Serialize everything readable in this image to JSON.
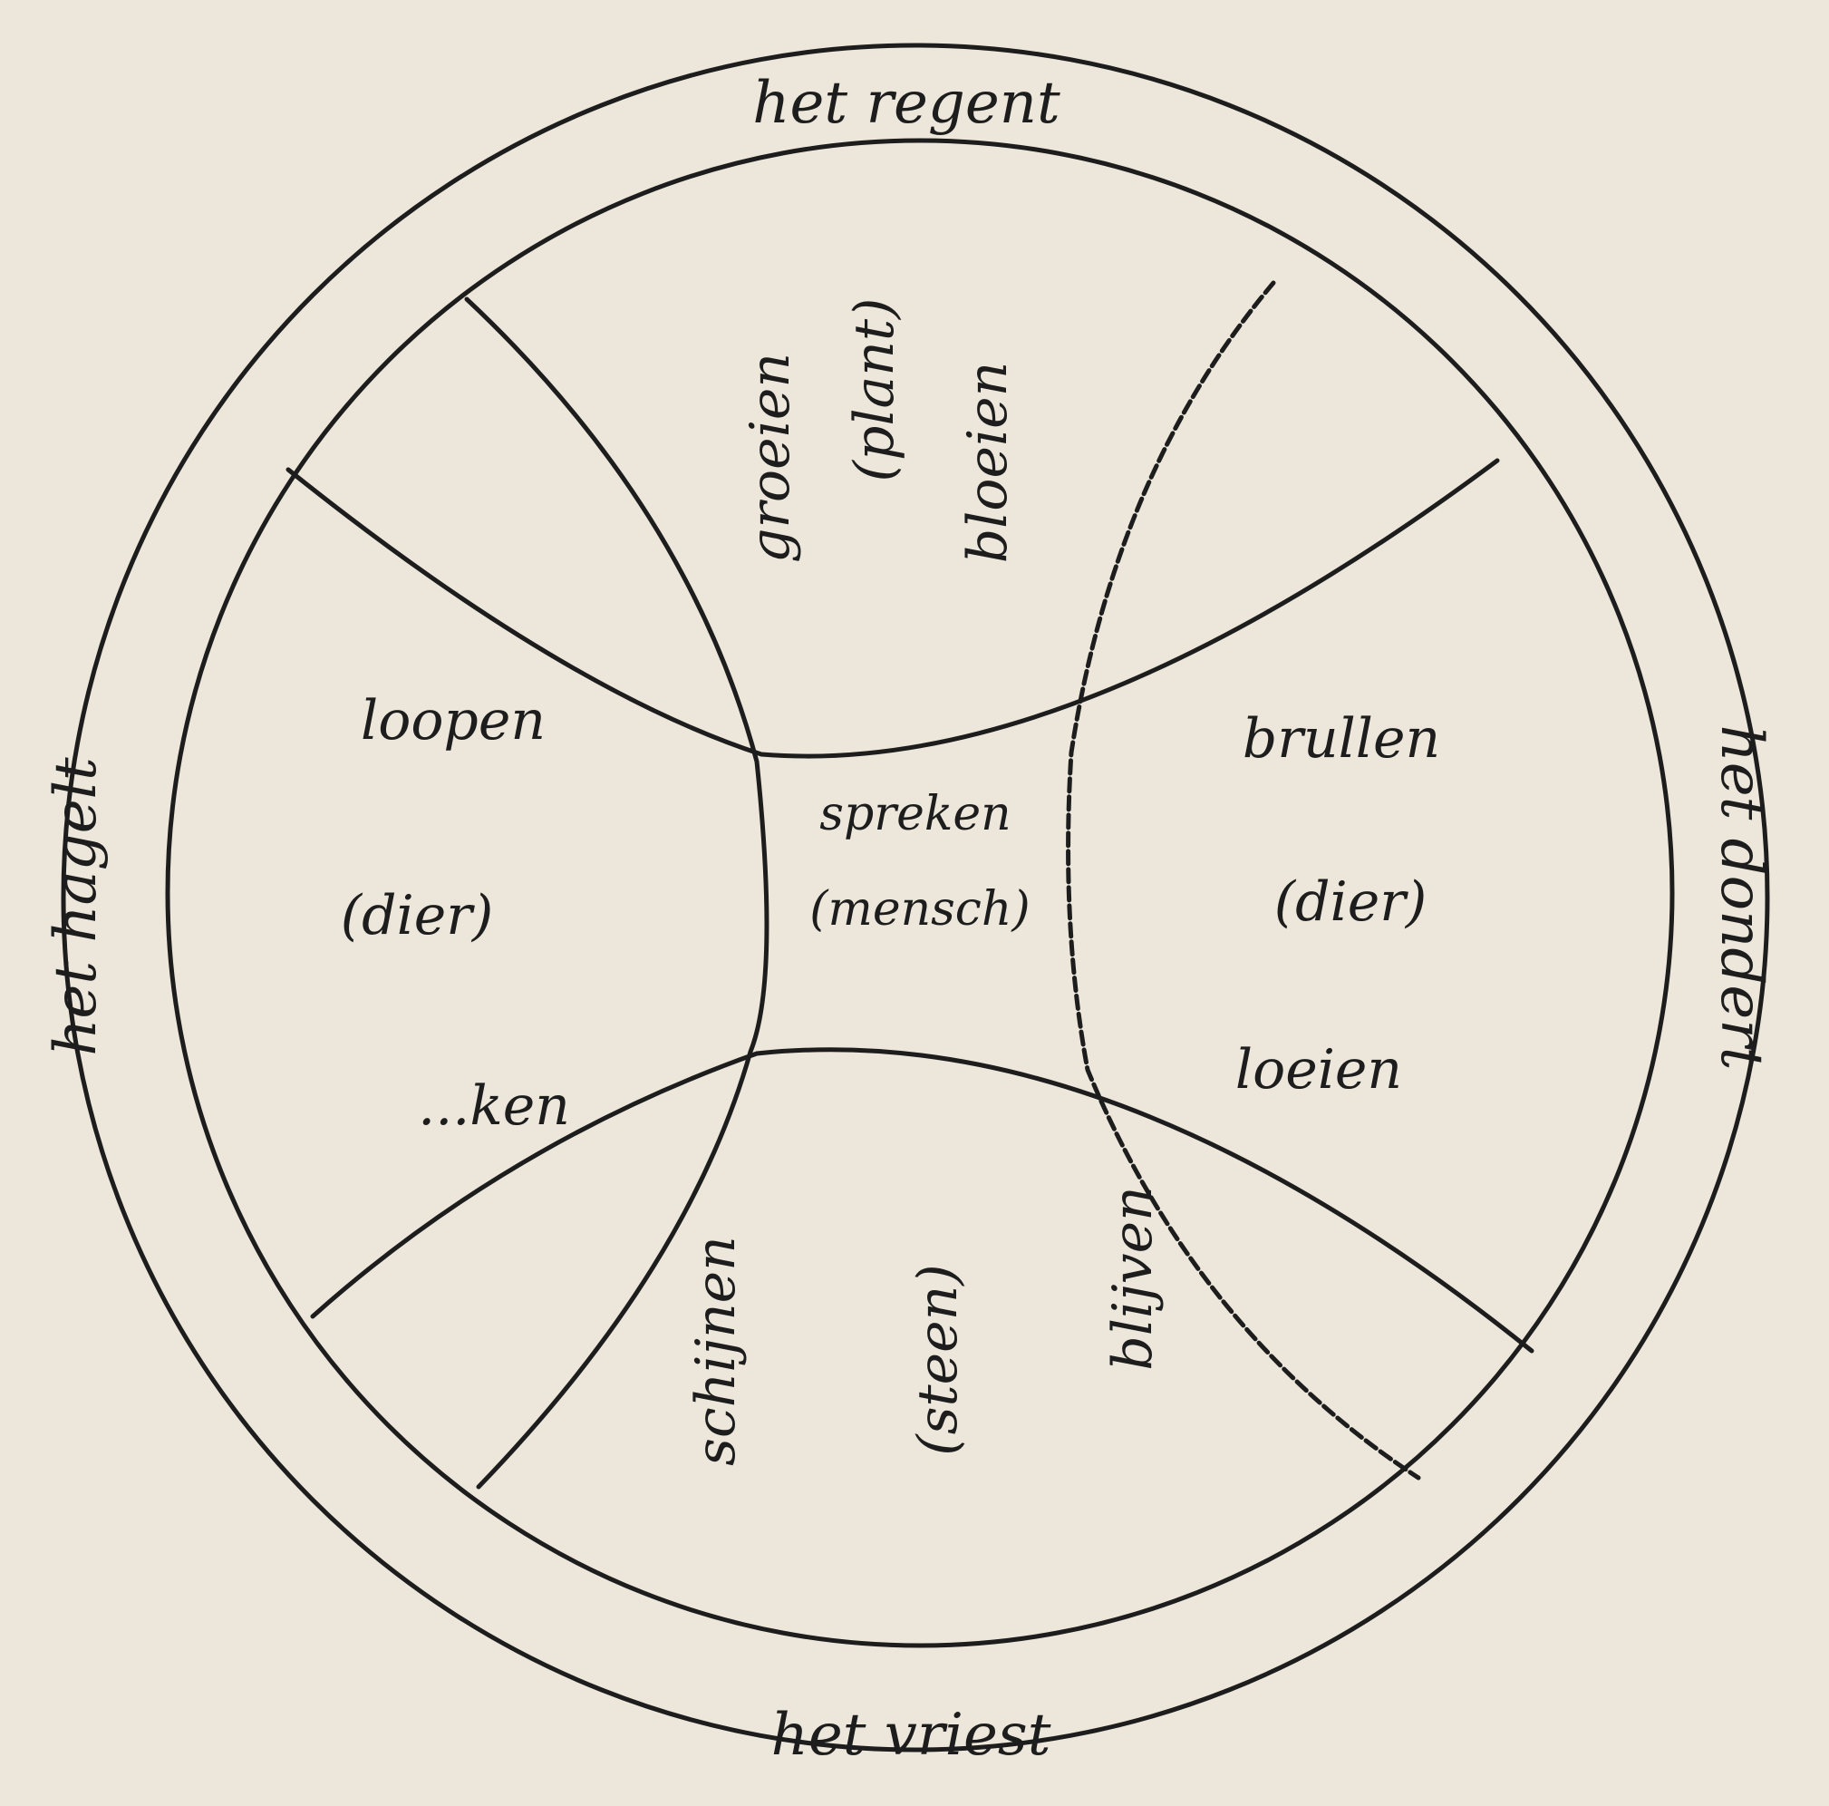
{
  "outer_ring": {
    "top": "het regent",
    "right": "het dondert",
    "bottom": "het vriest",
    "left": "het hagelt"
  },
  "segments": {
    "top": {
      "verb": "groeien",
      "category": "(plant)",
      "verb2": "bloeien"
    },
    "left": {
      "verb": "loopen",
      "category": "(dier)",
      "verb2": "...ken"
    },
    "right": {
      "verb": "brullen",
      "category": "(dier)",
      "verb2": "loeien"
    },
    "bottom": {
      "verb": "schijnen",
      "category": "(steen)",
      "verb2": "blijven"
    },
    "center": {
      "verb": "spreken",
      "category": "(mensch)"
    }
  },
  "colors": {
    "ink": "#1d1d1d",
    "paper": "#ece7da"
  }
}
